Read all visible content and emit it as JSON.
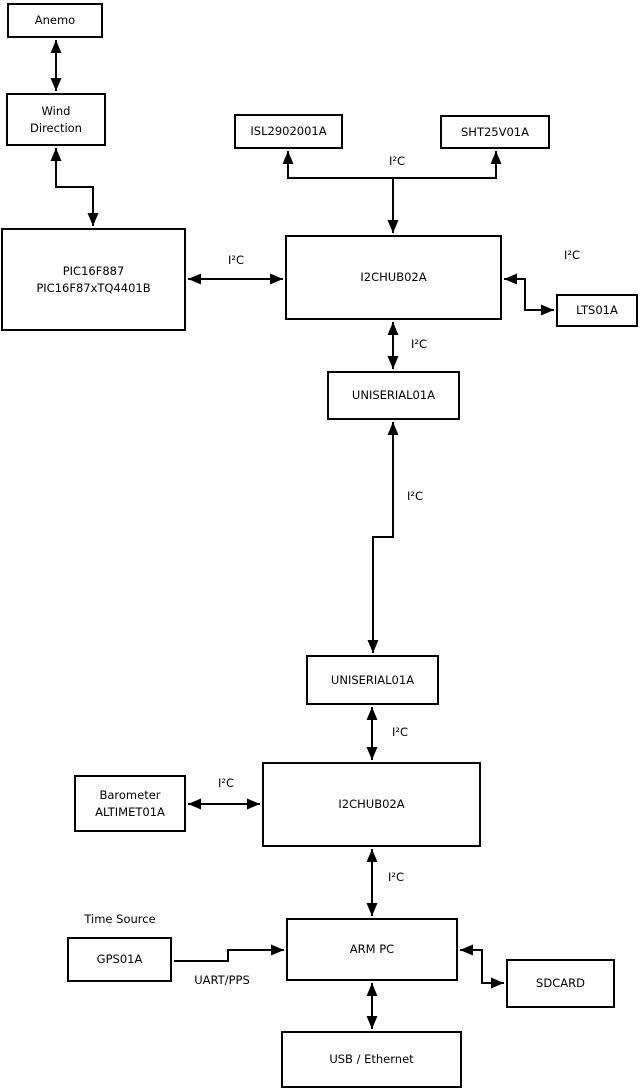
{
  "diagram": {
    "background_color": "#ffffff",
    "stroke_color": "#000000",
    "nodes": {
      "anemo": {
        "label": "Anemo"
      },
      "wind_direction": {
        "line1": "Wind",
        "line2": "Direction"
      },
      "pic": {
        "line1": "PIC16F887",
        "line2": "PIC16F87xTQ4401B"
      },
      "isl": {
        "label": "ISL2902001A"
      },
      "sht": {
        "label": "SHT25V01A"
      },
      "i2chub_top": {
        "label": "I2CHUB02A"
      },
      "lts": {
        "label": "LTS01A"
      },
      "uniserial_top": {
        "label": "UNISERIAL01A"
      },
      "uniserial_bottom": {
        "label": "UNISERIAL01A"
      },
      "barometer": {
        "line1": "Barometer",
        "line2": "ALTIMET01A"
      },
      "i2chub_bottom": {
        "label": "I2CHUB02A"
      },
      "arm_pc": {
        "label": "ARM PC"
      },
      "gps": {
        "label": "GPS01A"
      },
      "sdcard": {
        "label": "SDCARD"
      },
      "usb_ethernet": {
        "label": "USB / Ethernet"
      }
    },
    "edge_labels": {
      "i2c": "I²C",
      "uart_pps": "UART/PPS",
      "time_source": "Time Source"
    }
  }
}
